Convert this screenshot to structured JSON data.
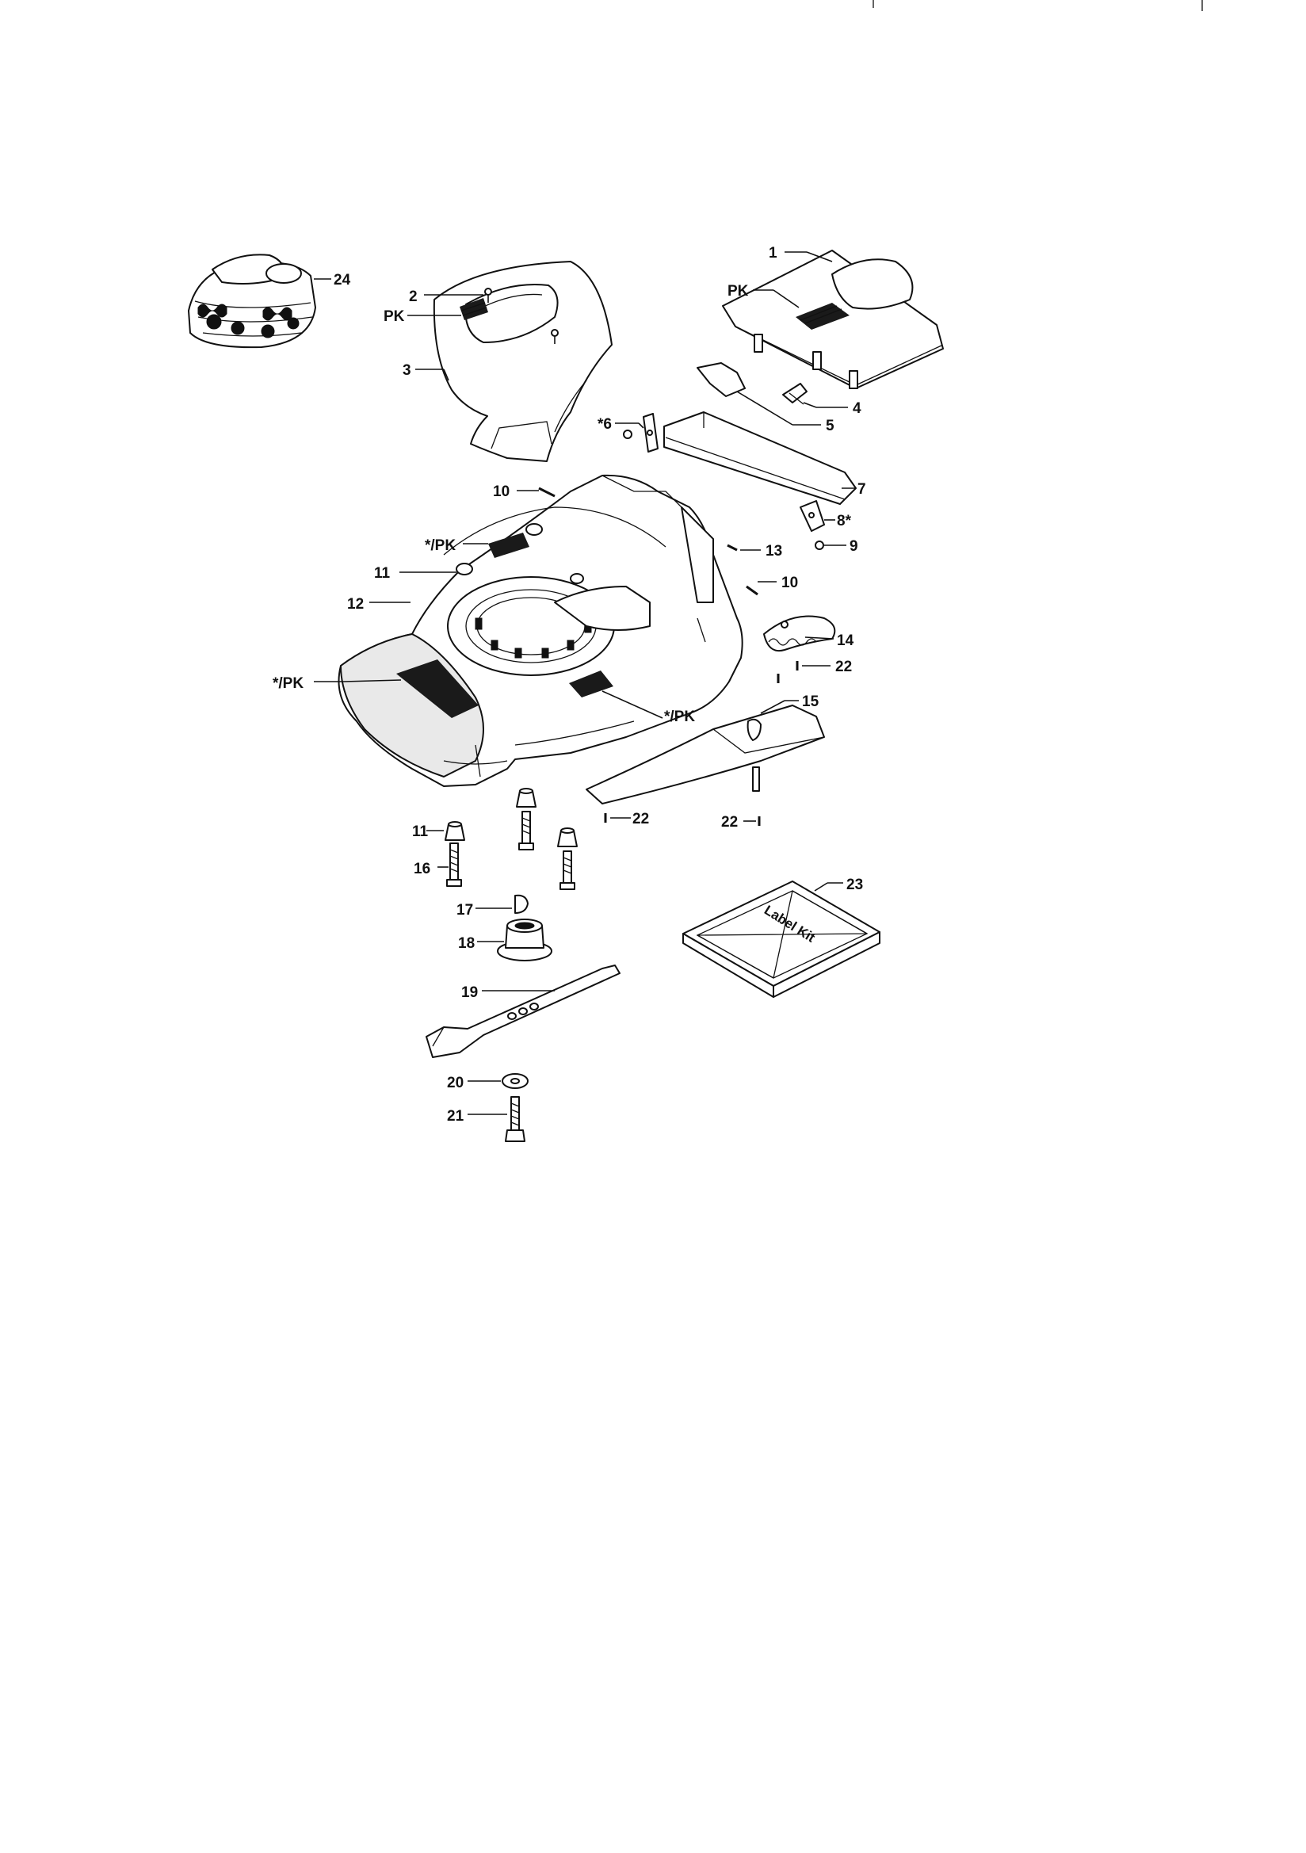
{
  "labels": {
    "1": "1",
    "2": "2",
    "pk_a": "PK",
    "3": "3",
    "pk_b": "PK",
    "4": "4",
    "5": "5",
    "6": "*6",
    "7": "7",
    "8": "8*",
    "9": "9",
    "10a": "10",
    "10b": "10",
    "pk_c": "*/PK",
    "11a": "11",
    "13": "13",
    "12": "12",
    "14": "14",
    "22a": "22",
    "pk_d": "*/PK",
    "pk_e": "*/PK",
    "15": "15",
    "22b": "22",
    "22c": "22",
    "11b": "11",
    "16": "16",
    "23": "23",
    "17": "17",
    "18": "18",
    "19": "19",
    "20": "20",
    "21": "21",
    "24": "24",
    "label_kit": "Label Kit"
  }
}
